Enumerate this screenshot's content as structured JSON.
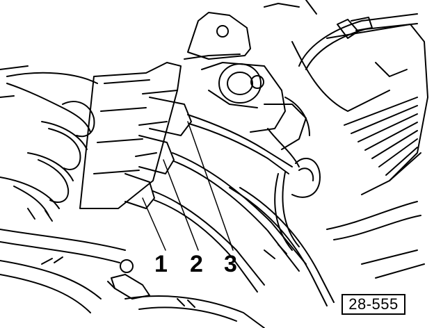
{
  "illustration": {
    "subject": "engine-bay-wiring-connectors",
    "style": "black-line-drawing",
    "stroke_color": "#000000",
    "background_color": "#ffffff"
  },
  "callouts": [
    {
      "id": "1",
      "label": "1"
    },
    {
      "id": "2",
      "label": "2"
    },
    {
      "id": "3",
      "label": "3"
    }
  ],
  "figure_id": "28-555"
}
